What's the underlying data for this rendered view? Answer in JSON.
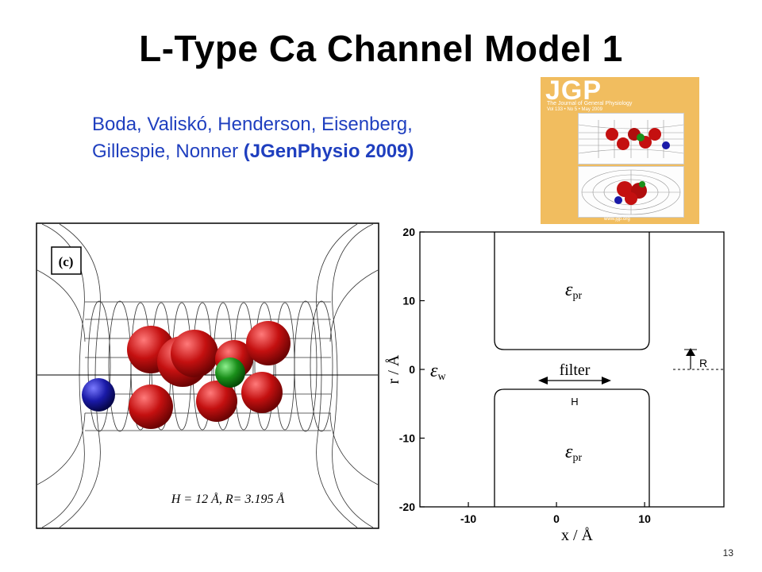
{
  "slide": {
    "title": "L-Type Ca Channel Model 1",
    "authors_line1": "Boda, Valiskó, Henderson, Eisenberg,",
    "authors_line2": "Gillespie, Nonner ",
    "citation": "(JGenPhysio 2009)",
    "page_number": "13"
  },
  "journal_cover": {
    "logo": "JGP",
    "subtitle": "The Journal of General Physiology",
    "issue": "Vol 133 • No 5 • May 2009",
    "website": "www.jgp.org"
  },
  "left_figure": {
    "panel_label": "(c)",
    "caption": "H = 12 Å, R= 3.195 Å",
    "colors": {
      "red": "#c41010",
      "green": "#1a8f1a",
      "blue": "#1a1aa8"
    }
  },
  "chart_data": {
    "type": "diagram",
    "xlabel": "x / Å",
    "ylabel": "r / Å",
    "xlim": [
      -15.5,
      19
    ],
    "ylim": [
      -20,
      20
    ],
    "x_ticks": [
      "-10",
      "0",
      "10"
    ],
    "y_ticks": [
      "20",
      "10",
      "0",
      "-10",
      "-20"
    ],
    "labels": {
      "eps_pr_top": "ε",
      "eps_pr_top_sub": "pr",
      "eps_pr_bottom": "ε",
      "eps_pr_bottom_sub": "pr",
      "eps_w": "ε",
      "eps_w_sub": "w",
      "filter": "filter",
      "H": "H",
      "R": "R"
    }
  }
}
